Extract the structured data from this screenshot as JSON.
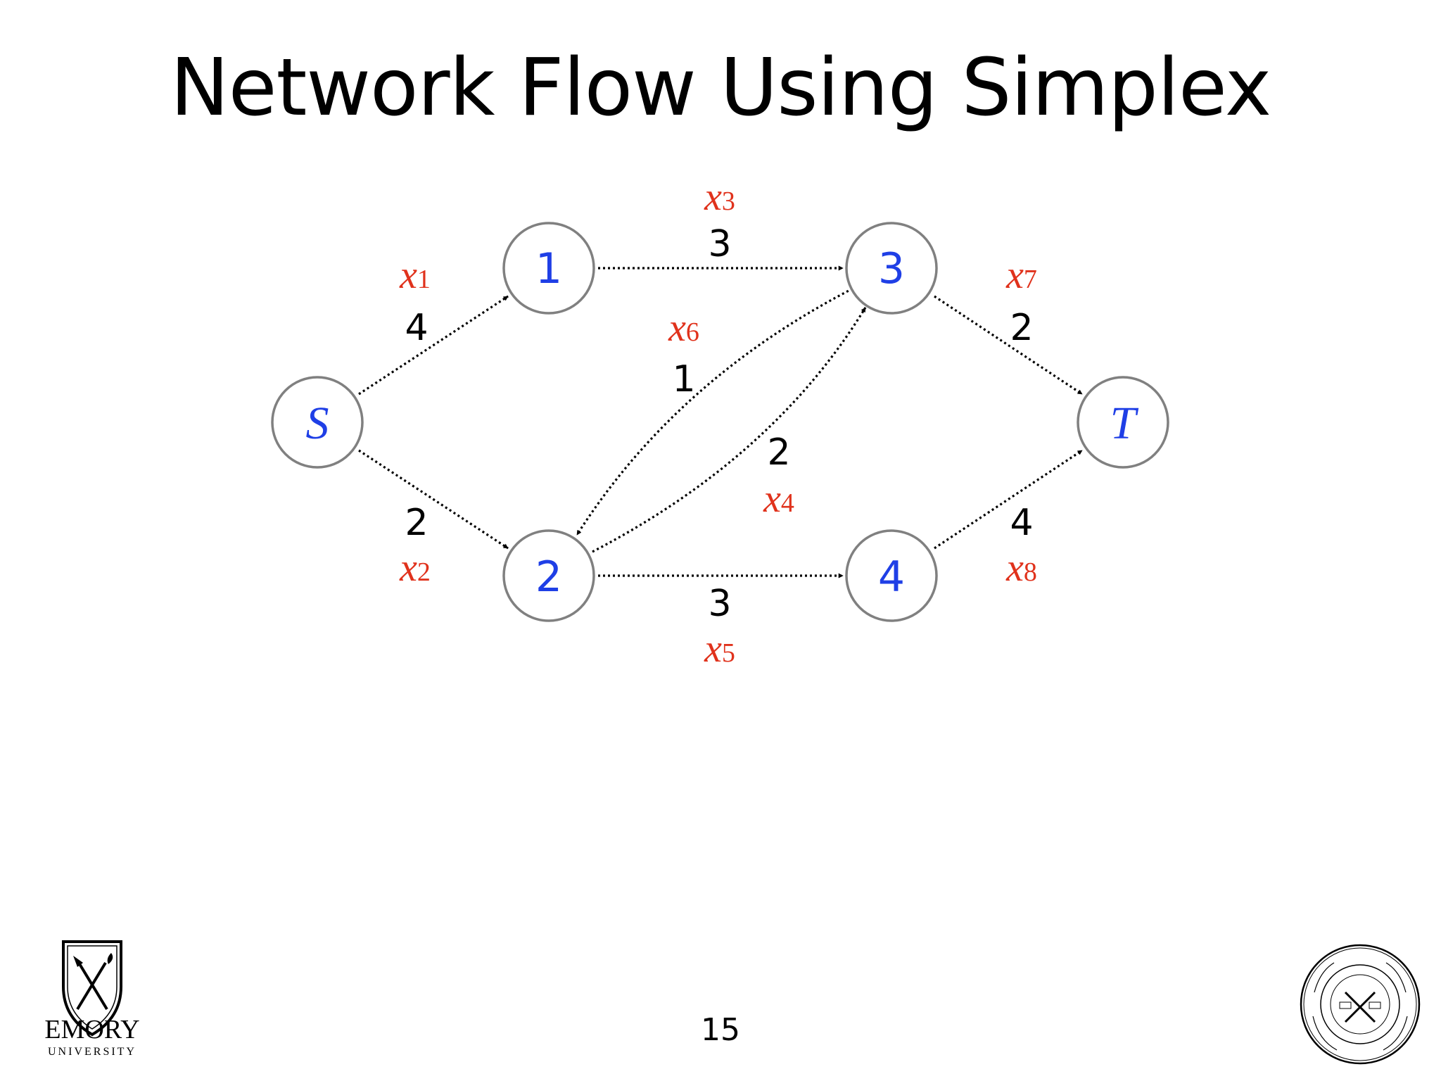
{
  "title": "Network Flow Using Simplex",
  "page_number": "15",
  "nodes": {
    "S": "S",
    "n1": "1",
    "n2": "2",
    "n3": "3",
    "n4": "4",
    "T": "T"
  },
  "edges": [
    {
      "from": "S",
      "to": "1",
      "capacity": "4",
      "variable": "x",
      "subscript": "1"
    },
    {
      "from": "S",
      "to": "2",
      "capacity": "2",
      "variable": "x",
      "subscript": "2"
    },
    {
      "from": "1",
      "to": "3",
      "capacity": "3",
      "variable": "x",
      "subscript": "3"
    },
    {
      "from": "2",
      "to": "3",
      "capacity": "2",
      "variable": "x",
      "subscript": "4"
    },
    {
      "from": "2",
      "to": "4",
      "capacity": "3",
      "variable": "x",
      "subscript": "5"
    },
    {
      "from": "3",
      "to": "2",
      "capacity": "1",
      "variable": "x",
      "subscript": "6"
    },
    {
      "from": "3",
      "to": "T",
      "capacity": "2",
      "variable": "x",
      "subscript": "7"
    },
    {
      "from": "4",
      "to": "T",
      "capacity": "4",
      "variable": "x",
      "subscript": "8"
    }
  ],
  "logo": {
    "wordmark": "EMORY",
    "subtitle": "UNIVERSITY"
  },
  "colors": {
    "node_label": "#1f3fe6",
    "variable": "#e0321c",
    "node_stroke": "#808080"
  }
}
